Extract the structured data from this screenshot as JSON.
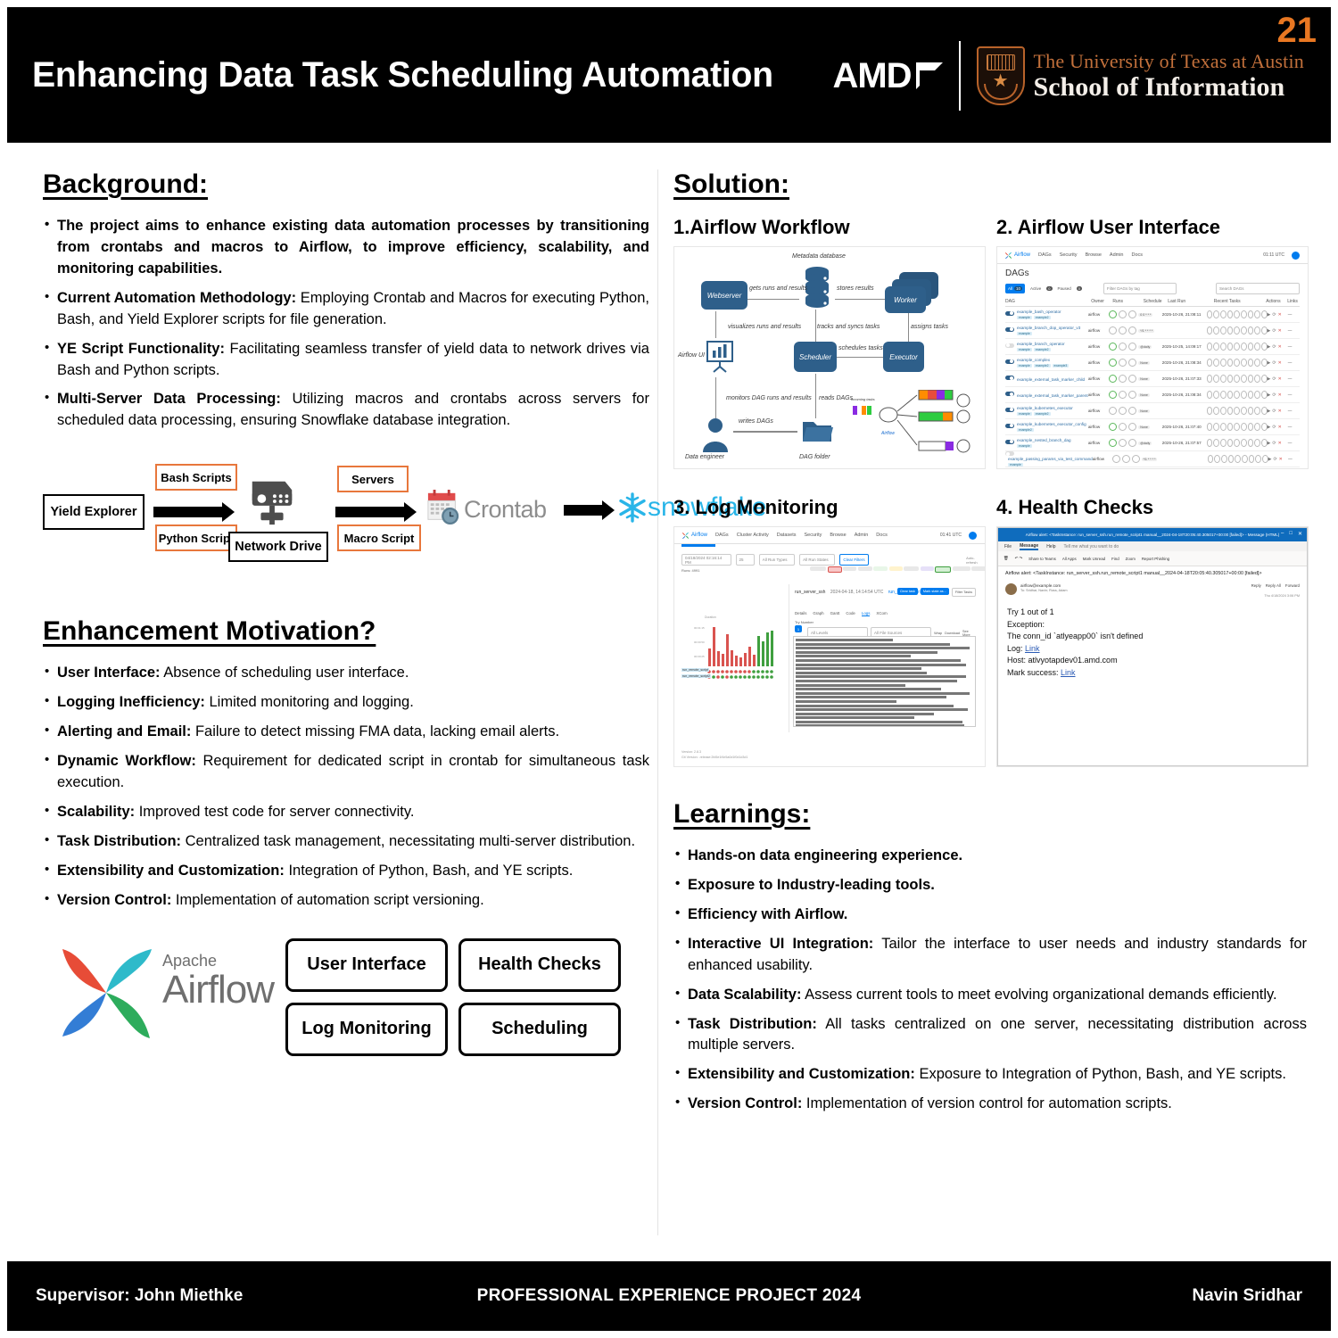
{
  "header": {
    "title": "Enhancing Data Task Scheduling Automation",
    "amd_logo_text": "AMD",
    "university_line1": "The University of Texas at Austin",
    "university_line2": "School of Information",
    "page_number": "21",
    "accent_orange": "#e87722",
    "bar_color": "#000000"
  },
  "background": {
    "heading": "Background:",
    "bullets": [
      {
        "bold": "",
        "text": "The project aims to enhance existing data automation processes by transitioning from crontabs and macros to Airflow, to improve efficiency, scalability, and monitoring capabilities.",
        "all_bold": true
      },
      {
        "bold": "Current Automation Methodology:",
        "text": " Employing Crontab and Macros for executing Python, Bash, and Yield Explorer scripts for file generation.",
        "all_bold": false
      },
      {
        "bold": "YE Script Functionality:",
        "text": " Facilitating seamless transfer of yield data to network drives via Bash and Python scripts.",
        "all_bold": false
      },
      {
        "bold": "Multi-Server Data Processing:",
        "text": " Utilizing macros and crontabs across servers for scheduled data processing, ensuring Snowflake database integration.",
        "all_bold": false
      }
    ],
    "flow": {
      "source": "Yield Explorer",
      "bash_scripts": "Bash Scripts",
      "python_script": "Python Script",
      "network_drive": "Network Drive",
      "servers": "Servers",
      "macro_script": "Macro Script",
      "crontab": "Crontab",
      "snowflake": "snowflake",
      "orange": "#e8773c",
      "snowflake_blue": "#29b5e8"
    }
  },
  "motivation": {
    "heading": "Enhancement Motivation?",
    "bullets": [
      {
        "bold": "User Interface:",
        "text": " Absence of scheduling user interface."
      },
      {
        "bold": "Logging Inefficiency:",
        "text": " Limited monitoring and logging."
      },
      {
        "bold": "Alerting and Email:",
        "text": " Failure to detect missing FMA data, lacking email alerts."
      },
      {
        "bold": "Dynamic Workflow:",
        "text": " Requirement for dedicated script in crontab for simultaneous task execution."
      },
      {
        "bold": "Scalability:",
        "text": " Improved test code for server connectivity."
      },
      {
        "bold": "Task Distribution:",
        "text": " Centralized task management, necessitating multi-server distribution."
      },
      {
        "bold": "Extensibility and Customization:",
        "text": " Integration of Python, Bash, and YE scripts."
      },
      {
        "bold": "Version Control:",
        "text": " Implementation of automation script versioning."
      }
    ],
    "airflow_logo": {
      "apache": "Apache",
      "airflow": "Airflow"
    },
    "capability_boxes": [
      "User Interface",
      "Health Checks",
      "Log Monitoring",
      "Scheduling"
    ]
  },
  "solution": {
    "heading": "Solution:",
    "items": [
      {
        "title": "1.Airflow Workflow"
      },
      {
        "title": "2. Airflow User Interface"
      },
      {
        "title": "3. Log Monitoring"
      },
      {
        "title": "4. Health Checks"
      }
    ],
    "architecture": {
      "nodes": [
        "Webserver",
        "Metadata database",
        "Worker",
        "Airflow UI",
        "Scheduler",
        "Executor",
        "Data engineer",
        "DAG folder"
      ],
      "edges": [
        "gets runs and results",
        "stores results",
        "visualizes runs and results",
        "tracks and syncs tasks",
        "assigns tasks",
        "schedules tasks",
        "monitors DAG runs and results",
        "reads DAGs",
        "writes DAGs"
      ],
      "inset_label": "Airflow",
      "inset_sublabel": "Incoming tasks",
      "node_color": "#2e5f8a"
    },
    "airflow_ui": {
      "brand": "Airflow",
      "nav": [
        "DAGs",
        "Security",
        "Browse",
        "Admin",
        "Docs"
      ],
      "clock": "01:11 UTC",
      "page_heading": "DAGs",
      "filter_all": "All",
      "filter_active": "Active",
      "filter_paused": "Paused",
      "active_count": "0",
      "paused_count": "0",
      "tag_filter_placeholder": "Filter DAGs by tag",
      "search_placeholder": "Search DAGs",
      "columns": [
        "DAG",
        "Owner",
        "Runs",
        "Schedule",
        "Last Run",
        "Recent Tasks",
        "Actions",
        "Links"
      ],
      "rows": [
        {
          "dag": "example_bash_operator",
          "tags": [
            "example",
            "example2"
          ],
          "owner": "airflow",
          "toggle": "on",
          "schedule": "0 0 * * *",
          "last_run": "2025-10-26, 21:08:11"
        },
        {
          "dag": "example_branch_dop_operator_v3",
          "tags": [
            "example"
          ],
          "owner": "airflow",
          "toggle": "on",
          "schedule": "*/1 * * * *",
          "last_run": ""
        },
        {
          "dag": "example_branch_operator",
          "tags": [
            "example",
            "example2"
          ],
          "owner": "airflow",
          "toggle": "off",
          "schedule": "@daily",
          "last_run": "2025-10-25, 14:09:17"
        },
        {
          "dag": "example_complex",
          "tags": [
            "example",
            "example2",
            "example3"
          ],
          "owner": "airflow",
          "toggle": "on",
          "schedule": "None",
          "last_run": "2025-10-26, 21:08:34"
        },
        {
          "dag": "example_external_task_marker_child",
          "tags": [],
          "owner": "airflow",
          "toggle": "on",
          "schedule": "None",
          "last_run": "2025-10-26, 21:07:33"
        },
        {
          "dag": "example_external_task_marker_parent",
          "tags": [],
          "owner": "airflow",
          "toggle": "on",
          "schedule": "None",
          "last_run": "2025-10-26, 21:08:34"
        },
        {
          "dag": "example_kubernetes_executor",
          "tags": [
            "example",
            "example2"
          ],
          "owner": "airflow",
          "toggle": "on",
          "schedule": "None",
          "last_run": ""
        },
        {
          "dag": "example_kubernetes_executor_config",
          "tags": [
            "example2"
          ],
          "owner": "airflow",
          "toggle": "on",
          "schedule": "None",
          "last_run": "2025-10-26, 21:07:40"
        },
        {
          "dag": "example_nested_branch_dag",
          "tags": [
            "example"
          ],
          "owner": "airflow",
          "toggle": "on",
          "schedule": "@daily",
          "last_run": "2025-10-26, 21:07:57"
        },
        {
          "dag": "example_passing_params_via_test_command",
          "tags": [
            "example"
          ],
          "owner": "airflow",
          "toggle": "off",
          "schedule": "*/1 * * * *",
          "last_run": ""
        }
      ]
    },
    "log_monitoring": {
      "brand": "Airflow",
      "nav": [
        "DAGs",
        "Cluster Activity",
        "Datasets",
        "Security",
        "Browse",
        "Admin",
        "Docs"
      ],
      "clock": "01:41 UTC",
      "date_filter": "04/18/2024 02:16:14 PM",
      "run_type": "All Run Types",
      "run_state": "All Run States",
      "clear_filters": "Clear Filters",
      "runs_label": "Runs: 4991",
      "tasks_label": "Tasks Mapped",
      "dag_id": "run_server_ssh",
      "run_ts": "2024-04-18, 14:14:54 UTC",
      "task_id": "run_remote_script",
      "buttons": [
        "Clear task",
        "Mark state as...",
        "Filter Tasks"
      ],
      "tabs": [
        "Details",
        "Graph",
        "Gantt",
        "Code",
        "Logs",
        "XCom"
      ],
      "selected_tab": "Logs",
      "attempts_label": "Try Number",
      "attempt": "1",
      "level_placeholder": "All Levels",
      "file_source_placeholder": "All File Sources",
      "actions": [
        "Wrap",
        "Download",
        "See More"
      ],
      "footer_version": "Version: 2.8.3",
      "footer_git": "Git Version: .release:2fd5e1f4e5a0d1f0d1d3d1",
      "task_labels": [
        "run_remote_script",
        "run_remote_script2"
      ]
    },
    "health_checks": {
      "window_title": "Airflow alert: <TaskInstance: run_server_ssh.run_remote_script1 manual__2024-04-18T20:05:40.305017+00:00 [failed]> - Message (HTML)",
      "menu": [
        "File",
        "Message",
        "Help"
      ],
      "tell_me": "Tell me what you want to do",
      "ribbon": [
        "Share to Teams",
        "All Apps",
        "Mark Unread",
        "Find",
        "Zoom",
        "Report Phishing"
      ],
      "subject": "Airflow alert: <TaskInstance: run_server_ssh.run_remote_script1 manual__2024-04-18T20:05:40.305017+00:00 [failed]>",
      "from": "airflow@example.com",
      "to": "To: Sridhar, Navin; Ross, Adam",
      "date": "Thu 4/18/2024 3:06 PM",
      "reply_actions": [
        "Reply",
        "Reply All",
        "Forward"
      ],
      "body": [
        {
          "text": "Try 1 out of 1",
          "link": ""
        },
        {
          "text": "Exception:",
          "link": ""
        },
        {
          "text": "The conn_id `atlyeapp00` isn't defined",
          "link": ""
        },
        {
          "text": "Log: ",
          "link": "Link"
        },
        {
          "text": "Host: atlvyotapdev01.amd.com",
          "link": ""
        },
        {
          "text": "Mark success: ",
          "link": "Link"
        }
      ]
    }
  },
  "learnings": {
    "heading": "Learnings:",
    "bullets": [
      {
        "bold": "Hands-on data engineering experience.",
        "text": "",
        "all_bold": true
      },
      {
        "bold": "Exposure to Industry-leading tools.",
        "text": "",
        "all_bold": true
      },
      {
        "bold": "Efficiency with Airflow.",
        "text": "",
        "all_bold": true
      },
      {
        "bold": "Interactive UI Integration:",
        "text": " Tailor the interface to user needs and industry standards for enhanced usability.",
        "all_bold": false
      },
      {
        "bold": "Data Scalability:",
        "text": " Assess current tools to meet evolving organizational demands efficiently.",
        "all_bold": false
      },
      {
        "bold": "Task Distribution:",
        "text": " All tasks centralized on one server, necessitating distribution across multiple servers.",
        "all_bold": false
      },
      {
        "bold": "Extensibility and Customization:",
        "text": " Exposure to Integration of Python, Bash, and YE scripts.",
        "all_bold": false
      },
      {
        "bold": "Version Control:",
        "text": " Implementation of version control for automation scripts.",
        "all_bold": false
      }
    ]
  },
  "footer": {
    "supervisor": "Supervisor: John Miethke",
    "center": "PROFESSIONAL EXPERIENCE PROJECT 2024",
    "author": "Navin Sridhar"
  }
}
